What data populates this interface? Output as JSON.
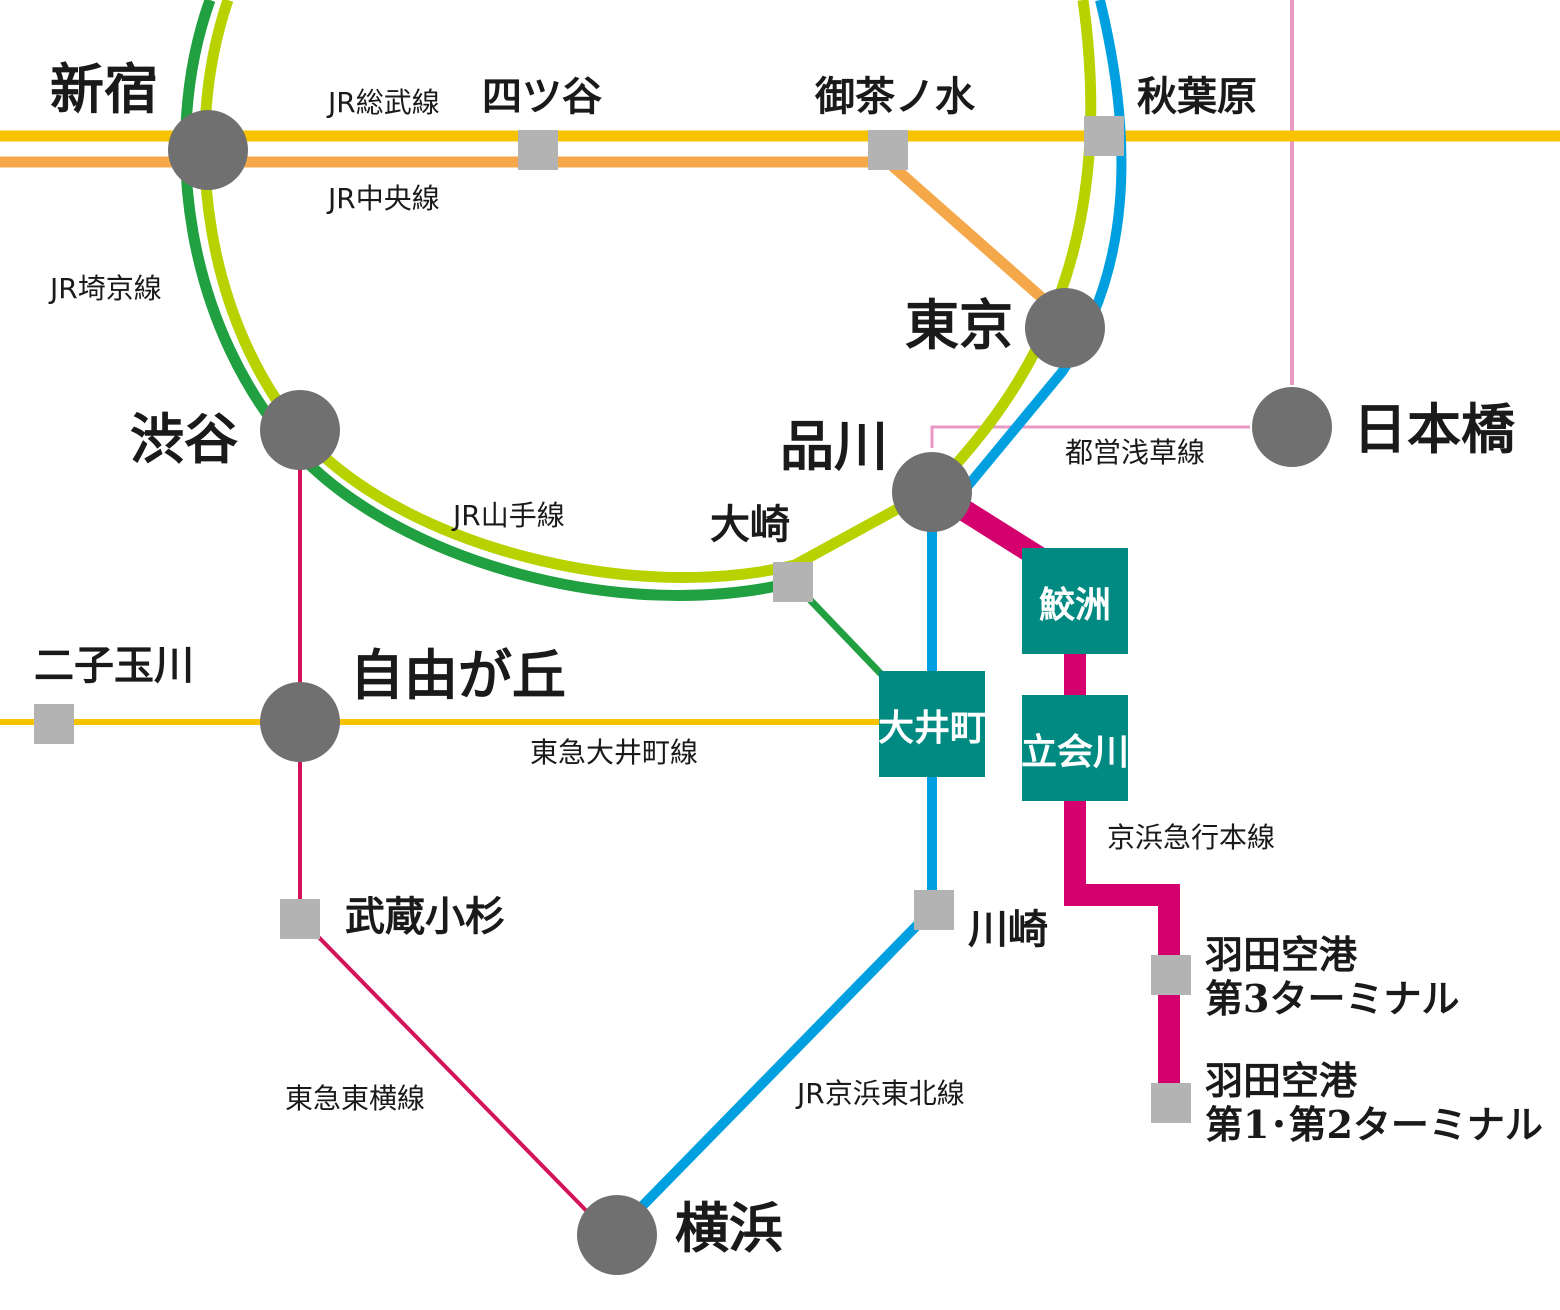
{
  "colors": {
    "sobu": "#f7c300",
    "chuo": "#f5a84a",
    "saikyo": "#20a040",
    "yamanote": "#b8d200",
    "keihin_tohoku": "#00a0e0",
    "asakusa": "#e89ac4",
    "tokyu": "#d4145a",
    "keikyu": "#d4006e",
    "hub": "#707070",
    "minor_station": "#b3b3b3",
    "boxed_station": "#008a82"
  },
  "stations": {
    "shinjuku": "新宿",
    "yotsuya": "四ツ谷",
    "ochanomizu": "御茶ノ水",
    "akihabara": "秋葉原",
    "tokyo": "東京",
    "nihonbashi": "日本橋",
    "shibuya": "渋谷",
    "shinagawa": "品川",
    "osaki": "大崎",
    "samezu": "鮫洲",
    "oimachi": "大井町",
    "tachiaigawa": "立会川",
    "jiyugaoka": "自由が丘",
    "futakotamagawa": "二子玉川",
    "musashikosugi": "武蔵小杉",
    "kawasaki": "川崎",
    "yokohama": "横浜",
    "haneda_t3_line1": "羽田空港",
    "haneda_t3_line2": "第3ターミナル",
    "haneda_t12_line1": "羽田空港",
    "haneda_t12_line2": "第1･第2ターミナル"
  },
  "lines": {
    "sobu": "JR総武線",
    "chuo": "JR中央線",
    "saikyo": "JR埼京線",
    "yamanote": "JR山手線",
    "asakusa": "都営浅草線",
    "oimachi": "東急大井町線",
    "keikyu": "京浜急行本線",
    "toyoko": "東急東横線",
    "keihin_tohoku": "JR京浜東北線"
  }
}
